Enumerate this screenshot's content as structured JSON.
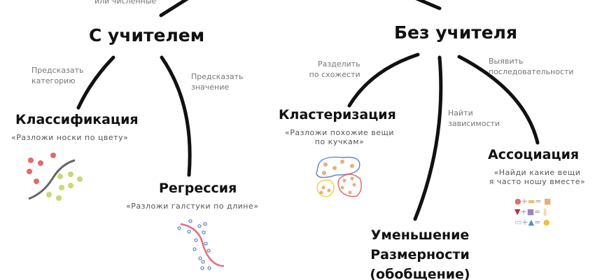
{
  "top_label": "или численные",
  "supervised": {
    "title": "С учителем",
    "edge_classification": [
      "Предсказать",
      "категорию"
    ],
    "edge_regression": [
      "Предсказать",
      "значение"
    ],
    "classification": {
      "title": "Классификация",
      "quote": "«Разложи носки по цвету»"
    },
    "regression": {
      "title": "Регрессия",
      "quote": "«Разложи галстуки по длине»"
    }
  },
  "unsupervised": {
    "title": "Без учителя",
    "edge_clustering": [
      "Разделить",
      "по схожести"
    ],
    "edge_dimensionality": [
      "Найти",
      "зависимости"
    ],
    "edge_association": [
      "Выявить",
      "последовательности"
    ],
    "clustering": {
      "title": "Кластеризация",
      "quote": [
        "«Разложи похожие вещи",
        "по кучкам»"
      ]
    },
    "association": {
      "title": "Ассоциация",
      "quote": [
        "«Найди какие вещи",
        "я часто ношу вместе»"
      ]
    },
    "dimensionality": {
      "title": [
        "Уменьшение",
        "Размерности",
        "(обобщение)"
      ]
    }
  },
  "colors": {
    "line": "#111111",
    "red": "#e06b6b",
    "green": "#c9d77a",
    "blue": "#6a86c8",
    "yellow": "#f0d24a"
  }
}
